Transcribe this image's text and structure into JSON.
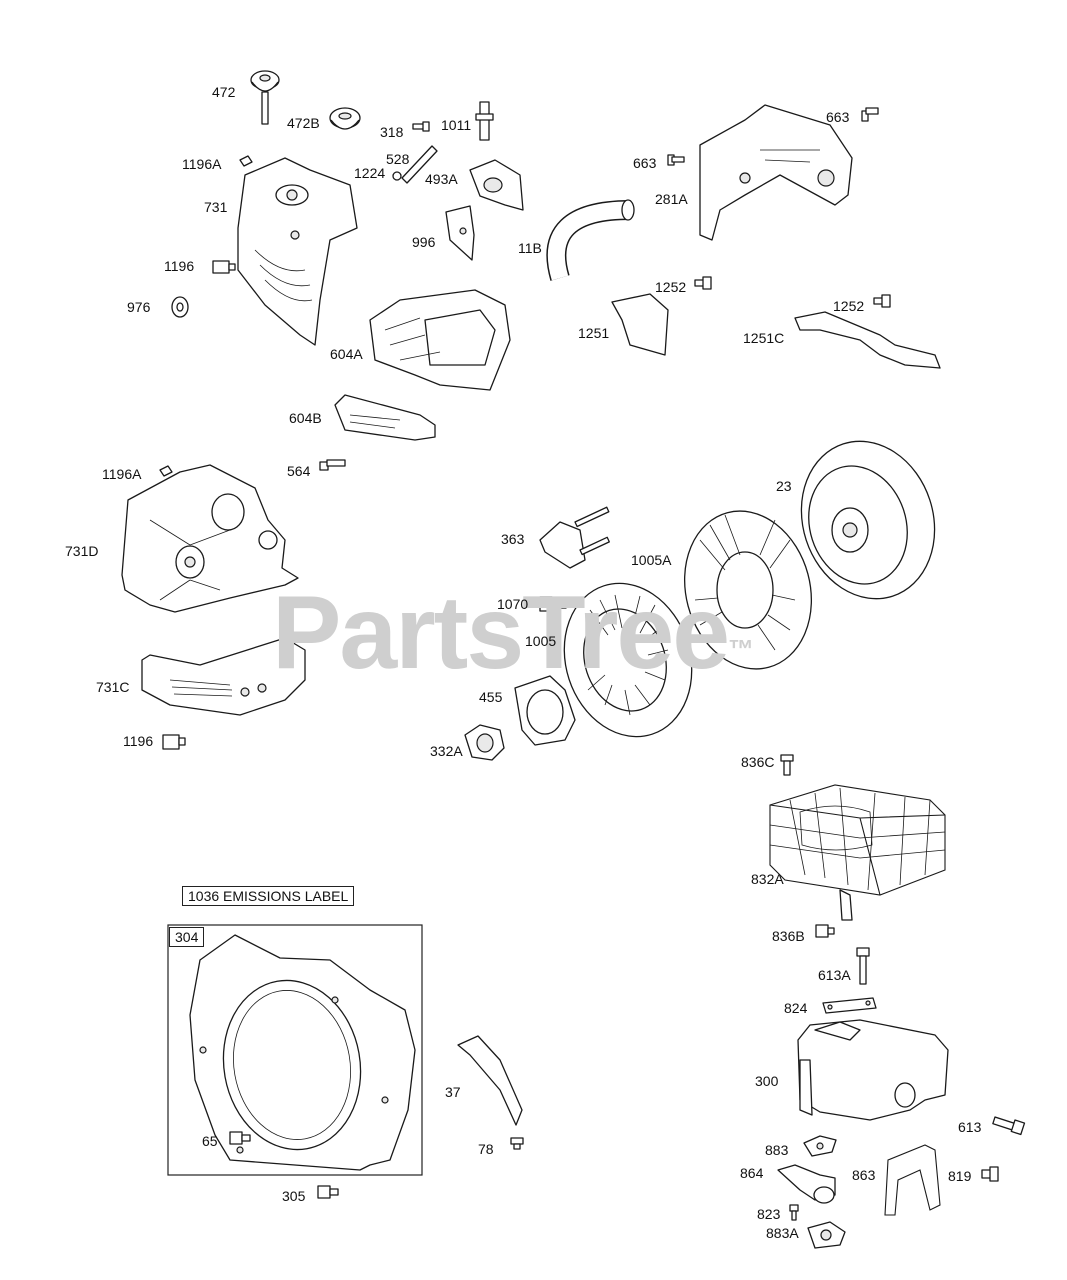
{
  "watermark": {
    "text": "PartsTree",
    "mark": "™"
  },
  "emissions_label": "1036 EMISSIONS LABEL",
  "kit_box_label": "304",
  "labels": {
    "l472": "472",
    "l472B": "472B",
    "l318": "318",
    "l1011": "1011",
    "l528": "528",
    "l1224": "1224",
    "l493A": "493A",
    "l1196A_top": "1196A",
    "l731": "731",
    "l1196_top": "1196",
    "l976": "976",
    "l996": "996",
    "l11B": "11B",
    "l604A": "604A",
    "l663_right": "663",
    "l663_left": "663",
    "l281A": "281A",
    "l1252_a": "1252",
    "l1251": "1251",
    "l1252_b": "1252",
    "l1251C": "1251C",
    "l604B": "604B",
    "l564": "564",
    "l1196A_mid": "1196A",
    "l731D": "731D",
    "l731C": "731C",
    "l1196_mid": "1196",
    "l23": "23",
    "l363": "363",
    "l1005A": "1005A",
    "l1070": "1070",
    "l1005": "1005",
    "l455": "455",
    "l332A": "332A",
    "l836C": "836C",
    "l832A": "832A",
    "l836B": "836B",
    "l613A": "613A",
    "l824": "824",
    "l300": "300",
    "l613": "613",
    "l883": "883",
    "l864": "864",
    "l863": "863",
    "l819": "819",
    "l823": "823",
    "l883A": "883A",
    "l37": "37",
    "l78": "78",
    "l65": "65",
    "l305": "305"
  }
}
